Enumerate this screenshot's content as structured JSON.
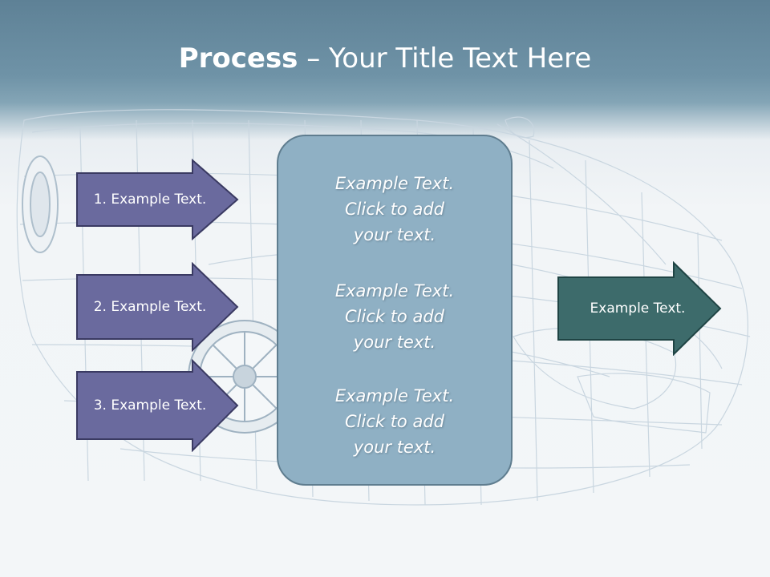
{
  "title": {
    "bold": "Process",
    "rest": " – Your Title Text Here"
  },
  "left_steps": [
    {
      "label": "1. Example Text."
    },
    {
      "label": "2. Example Text."
    },
    {
      "label": "3. Example Text."
    }
  ],
  "center_box": {
    "blocks": [
      {
        "line1": "Example Text.",
        "line2": "Click  to add",
        "line3": "your text."
      },
      {
        "line1": "Example Text.",
        "line2": "Click  to add",
        "line3": "your text."
      },
      {
        "line1": "Example Text.",
        "line2": "Click  to add",
        "line3": "your text."
      }
    ]
  },
  "right_arrow": {
    "label": "Example Text."
  },
  "colors": {
    "header": "#6f93a7",
    "step_arrow": "#6a6a9e",
    "center_box": "#8fb0c4",
    "result_arrow": "#3d6b6b"
  }
}
